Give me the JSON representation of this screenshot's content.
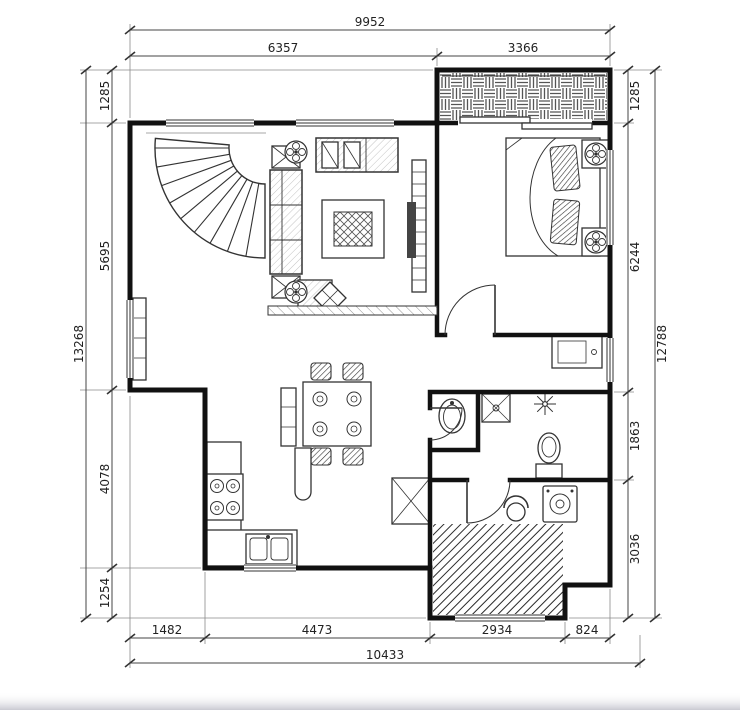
{
  "dims": {
    "top_total": "9952",
    "top_segments": [
      "6357",
      "3366"
    ],
    "left_total": "13268",
    "left_segments": [
      "1285",
      "5695",
      "4078",
      "1254"
    ],
    "right_total": "12788",
    "right_segments": [
      "1285",
      "6244",
      "1863",
      "3036"
    ],
    "bottom_segments": [
      "1482",
      "4473",
      "2934",
      "824"
    ],
    "bottom_total": "10433"
  },
  "colors": {
    "wall": "#111111",
    "dimension_text": "#222222",
    "hatch": "#4a4a4a",
    "background": "#ffffff"
  }
}
